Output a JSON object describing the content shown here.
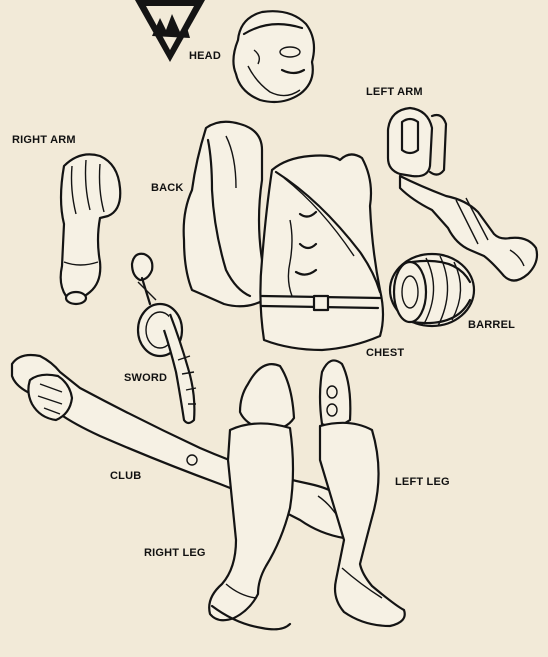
{
  "diagram": {
    "labels": {
      "head": "HEAD",
      "left_arm": "LEFT ARM",
      "right_arm": "RIGHT ARM",
      "back": "BACK",
      "barrel": "BARREL",
      "chest": "CHEST",
      "sword": "SWORD",
      "club": "CLUB",
      "left_leg": "LEFT LEG",
      "right_leg": "RIGHT LEG"
    },
    "colors": {
      "paper": "#f2ead8",
      "ink": "#141414"
    }
  }
}
